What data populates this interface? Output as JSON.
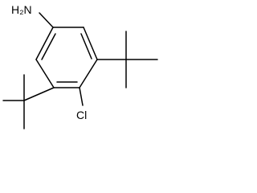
{
  "diagram": {
    "type": "chemical-structure",
    "atoms": {
      "amine": "H₂N",
      "halogen": "Cl"
    },
    "bond_color": "#000000"
  }
}
